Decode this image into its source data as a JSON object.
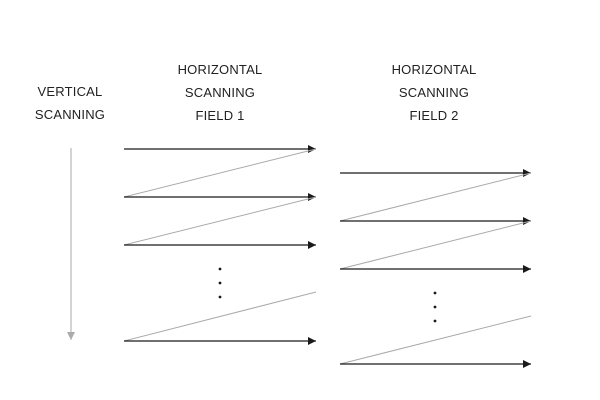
{
  "labels": {
    "vertical": [
      "VERTICAL",
      "SCANNING"
    ],
    "field1": [
      "HORIZONTAL",
      "SCANNING",
      "FIELD  1"
    ],
    "field2": [
      "HORIZONTAL",
      "SCANNING",
      "FIELD  2"
    ]
  },
  "colors": {
    "scan_line": "#1a1a1a",
    "retrace_line": "#aaaaaa",
    "vertical_arrow": "#aaaaaa",
    "text": "#222222"
  },
  "icons": {
    "scan_arrow": "arrow-right-icon",
    "vertical_arrow": "arrow-down-icon",
    "ellipsis": "vertical-ellipsis-icon"
  }
}
